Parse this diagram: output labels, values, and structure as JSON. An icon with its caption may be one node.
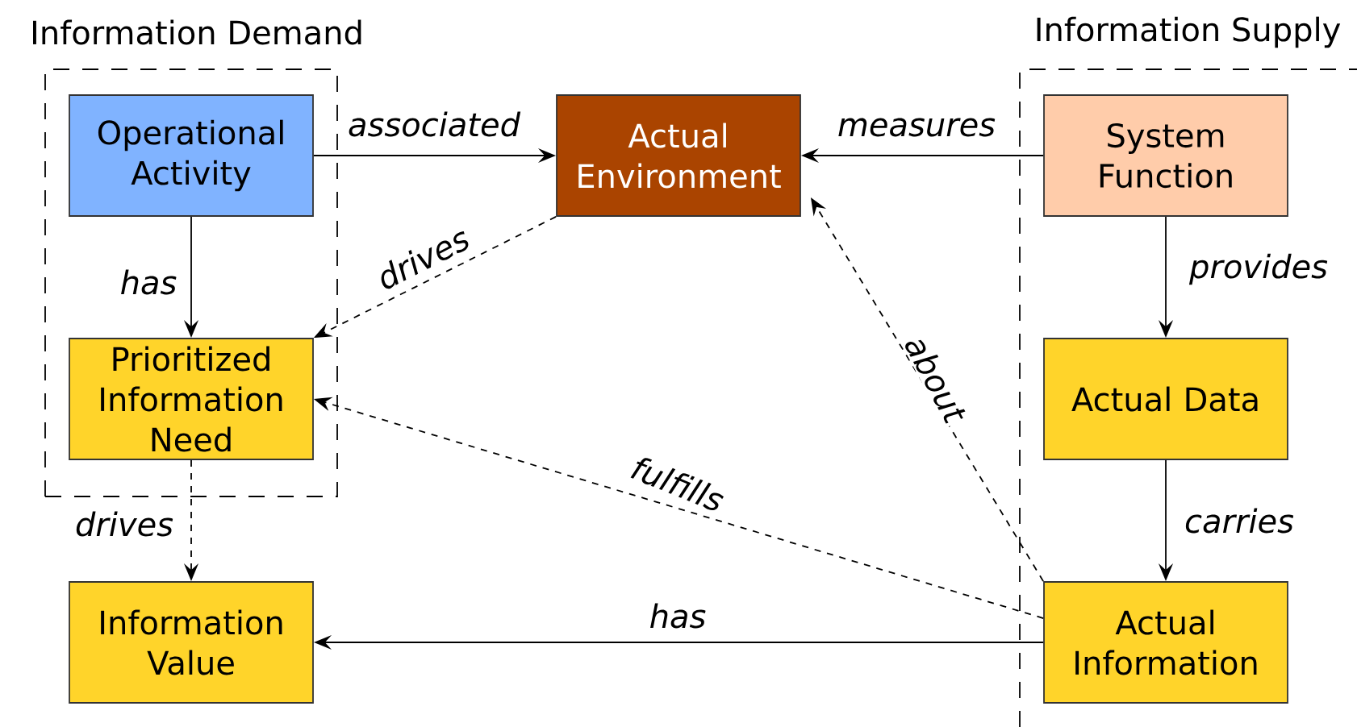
{
  "diagram": {
    "nodes": [
      {
        "text": [
          "Information Demand"
        ]
      },
      {
        "text": [
          "Operational Activity"
        ],
        "in": 0
      },
      {
        "text": [
          "Prioritized Information Need"
        ],
        "in": 0
      },
      {
        "text": [
          "Information Value"
        ]
      },
      {
        "text": [
          "Actual Environment"
        ]
      },
      {
        "text": [
          "Information Supply"
        ]
      },
      {
        "text": [
          "System Function"
        ],
        "in": 5
      },
      {
        "text": [
          "Actual Data"
        ],
        "in": 5
      },
      {
        "text": [
          "Actual Information"
        ],
        "in": 5
      }
    ],
    "edges": [
      {
        "from": 1,
        "to": 4,
        "arrow": "to",
        "label": "associated"
      },
      {
        "from": 6,
        "to": 4,
        "arrow": "to",
        "label": "measures"
      },
      {
        "from": 1,
        "to": 2,
        "arrow": "to",
        "label": "has"
      },
      {
        "from": 4,
        "to": 2,
        "arrow": "to",
        "label": "drives",
        "style": "dashed"
      },
      {
        "from": 8,
        "to": 2,
        "arrow": "to",
        "label": "fulfills",
        "style": "dashed"
      },
      {
        "from": 8,
        "to": 4,
        "arrow": "to",
        "label": "about",
        "style": "dashed"
      },
      {
        "from": 2,
        "to": 3,
        "arrow": "to",
        "label": "drives",
        "style": "dashed"
      },
      {
        "from": 6,
        "to": 7,
        "arrow": "to",
        "label": "provides"
      },
      {
        "from": 7,
        "to": 8,
        "arrow": "to",
        "label": "carries"
      },
      {
        "from": 8,
        "to": 3,
        "arrow": "to",
        "label": "has"
      }
    ]
  }
}
